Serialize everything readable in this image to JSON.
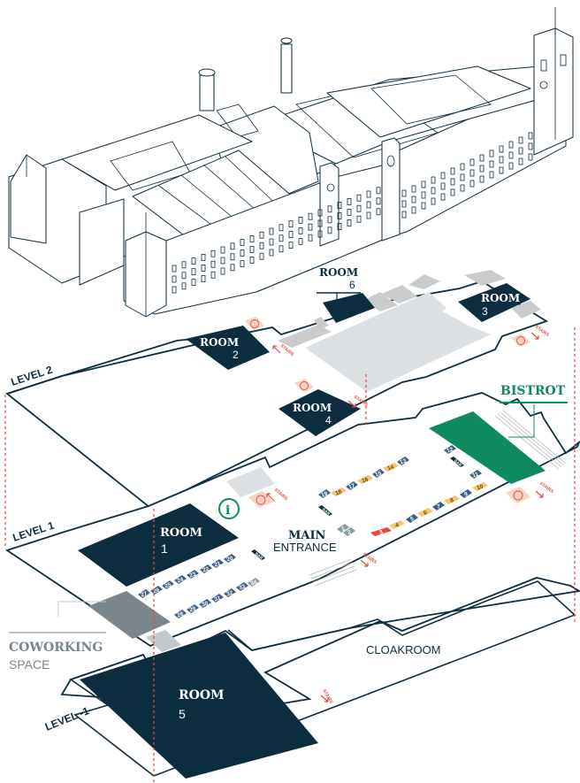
{
  "colors": {
    "navy": "#0c2d3e",
    "booth_blue": "#3f5f80",
    "booth_yellow": "#f8c66a",
    "booth_red": "#e8483c",
    "booth_grey": "#8a9aa2",
    "bistrot_green": "#0f8a5f",
    "coworking_grey": "#7a868c",
    "light_grey": "#dde0e2",
    "mid_grey": "#c9cbcc",
    "restroom_bg": "#f8d3c2",
    "accent_red": "#e8483c"
  },
  "levels": {
    "level2": "LEVEL 2",
    "level1": "LEVEL 1",
    "levelm1": "LEVEL -1"
  },
  "rooms": {
    "room1": {
      "label": "ROOM",
      "number": "1"
    },
    "room2": {
      "label": "ROOM",
      "number": "2"
    },
    "room3": {
      "label": "ROOM",
      "number": "3"
    },
    "room4": {
      "label": "ROOM",
      "number": "4"
    },
    "room5": {
      "label": "ROOM",
      "number": "5"
    },
    "room6": {
      "label": "ROOM",
      "number": "6"
    }
  },
  "areas": {
    "bistrot": "BISTROT",
    "main_entrance_line1": "MAIN",
    "main_entrance_line2": "ENTRANCE",
    "coworking_line1": "COWORKING",
    "coworking_line2": "SPACE",
    "cloakroom": "CLOAKROOM"
  },
  "stairs_label": "STAIRS",
  "bar_label": "BAR",
  "info_icon_glyph": "i",
  "restroom_glyph": "♀♂",
  "booths": [
    {
      "n": "1",
      "kind": "grey"
    },
    {
      "n": "2",
      "kind": "grey"
    },
    {
      "n": "3",
      "kind": "red"
    },
    {
      "n": "4",
      "kind": "yellow"
    },
    {
      "n": "5",
      "kind": "blue"
    },
    {
      "n": "6",
      "kind": "yellow"
    },
    {
      "n": "7",
      "kind": "blue"
    },
    {
      "n": "8",
      "kind": "yellow"
    },
    {
      "n": "9",
      "kind": "blue"
    },
    {
      "n": "10",
      "kind": "yellow"
    },
    {
      "n": "11",
      "kind": "blue"
    },
    {
      "n": "12",
      "kind": "blue"
    },
    {
      "n": "13",
      "kind": "blue"
    },
    {
      "n": "14",
      "kind": "yellow"
    },
    {
      "n": "15",
      "kind": "blue"
    },
    {
      "n": "16",
      "kind": "yellow"
    },
    {
      "n": "17",
      "kind": "blue"
    },
    {
      "n": "18",
      "kind": "yellow"
    },
    {
      "n": "19",
      "kind": "blue"
    },
    {
      "n": "20",
      "kind": "blue"
    },
    {
      "n": "21",
      "kind": "blue"
    },
    {
      "n": "22",
      "kind": "blue"
    },
    {
      "n": "23",
      "kind": "blue"
    },
    {
      "n": "24",
      "kind": "blue"
    },
    {
      "n": "25",
      "kind": "blue"
    },
    {
      "n": "26",
      "kind": "blue"
    },
    {
      "n": "27",
      "kind": "blue"
    },
    {
      "n": "28",
      "kind": "blue"
    },
    {
      "n": "29",
      "kind": "blue"
    },
    {
      "n": "30",
      "kind": "blue"
    },
    {
      "n": "31",
      "kind": "blue"
    },
    {
      "n": "32",
      "kind": "blue"
    },
    {
      "n": "33",
      "kind": "blue"
    },
    {
      "n": "34",
      "kind": "grey"
    }
  ]
}
